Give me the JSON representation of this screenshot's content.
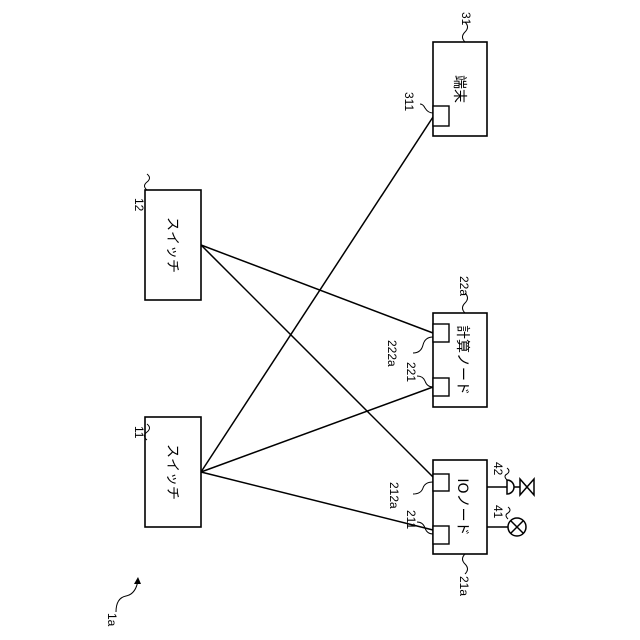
{
  "figure": {
    "system_label": "1a",
    "nodes": {
      "switch_11": {
        "ref": "11",
        "name": "スイッチ"
      },
      "switch_12": {
        "ref": "12",
        "name": "スイッチ"
      },
      "io_node": {
        "ref": "21a",
        "name": "IOノード",
        "ports": [
          "211",
          "212a"
        ]
      },
      "compute_node": {
        "ref": "22a",
        "name": "計算ノード",
        "ports": [
          "221",
          "222a"
        ]
      },
      "terminal": {
        "ref": "31",
        "name": "端末",
        "ports": [
          "311"
        ]
      },
      "lamp": {
        "ref": "41"
      },
      "valve": {
        "ref": "42"
      }
    },
    "connections": [
      {
        "from": "11",
        "to": "311"
      },
      {
        "from": "11",
        "to": "221"
      },
      {
        "from": "11",
        "to": "211"
      },
      {
        "from": "12",
        "to": "222a"
      },
      {
        "from": "12",
        "to": "212a"
      },
      {
        "from": "21a",
        "to": "41"
      },
      {
        "from": "21a",
        "to": "42"
      }
    ]
  }
}
